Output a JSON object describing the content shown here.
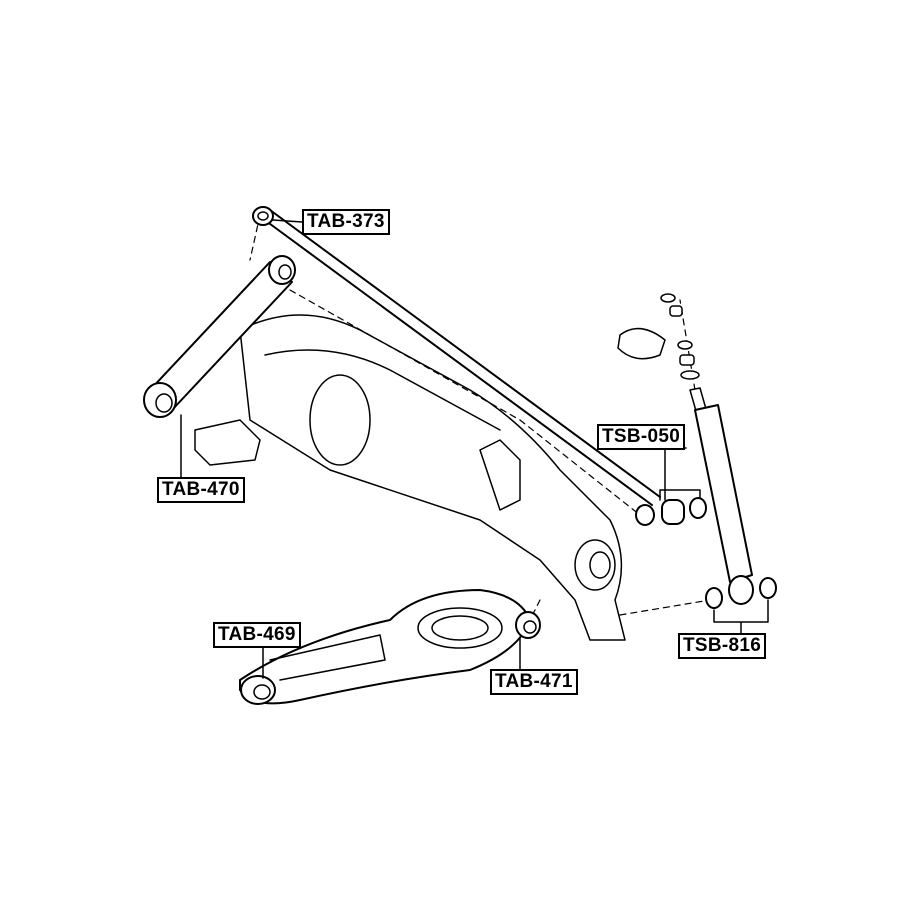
{
  "labels": {
    "tab_373": "TAB-373",
    "tab_470": "TAB-470",
    "tsb_050": "TSB-050",
    "tab_469": "TAB-469",
    "tab_471": "TAB-471",
    "tsb_816": "TSB-816"
  }
}
